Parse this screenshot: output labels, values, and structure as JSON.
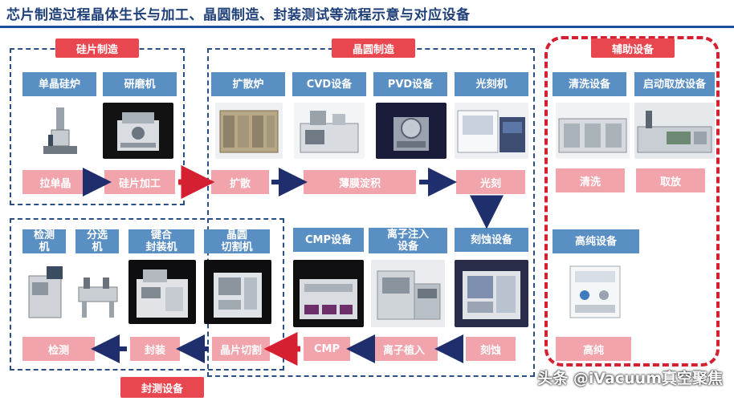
{
  "title": "芯片制造过程晶体生长与加工、晶圆制造、封装测试等流程示意与对应设备",
  "sections": {
    "wafer_fab": "硅片制造",
    "wafer_mfg": "晶圆制造",
    "auxiliary": "辅助设备",
    "packaging": "封测设备"
  },
  "equipment": {
    "crystal_furnace": "单晶硅炉",
    "grinder": "研磨机",
    "diffusion_furnace": "扩散炉",
    "cvd": "CVD设备",
    "pvd": "PVD设备",
    "lithography": "光刻机",
    "cleaner": "清洗设备",
    "pick_place": "启动取放设备",
    "purity": "高纯设备",
    "cmp": "CMP设备",
    "ion_implant": "离子注入\n设备",
    "etch": "刻蚀设备",
    "tester": "检测\n机",
    "sorter": "分选\n机",
    "bonder": "键合\n封装机",
    "dicer": "晶圆\n切割机"
  },
  "steps": {
    "pull_crystal": "拉单晶",
    "wafer_process": "硅片加工",
    "diffusion": "扩散",
    "thin_film": "薄膜淀积",
    "photo": "光刻",
    "clean": "清洗",
    "pick": "取放",
    "purity": "高纯",
    "etching": "刻蚀",
    "implant": "离子植入",
    "cmp": "CMP",
    "dicing": "晶片切割",
    "package": "封装",
    "inspect": "检测"
  },
  "watermark": "头条 @iVacuum真空聚焦",
  "colors": {
    "section_label": "#e8474f",
    "equipment_label": "#5a8fc4",
    "step_box": "#f2a4ac",
    "arrow_navy": "#1f2f6e",
    "arrow_red": "#d42030"
  }
}
